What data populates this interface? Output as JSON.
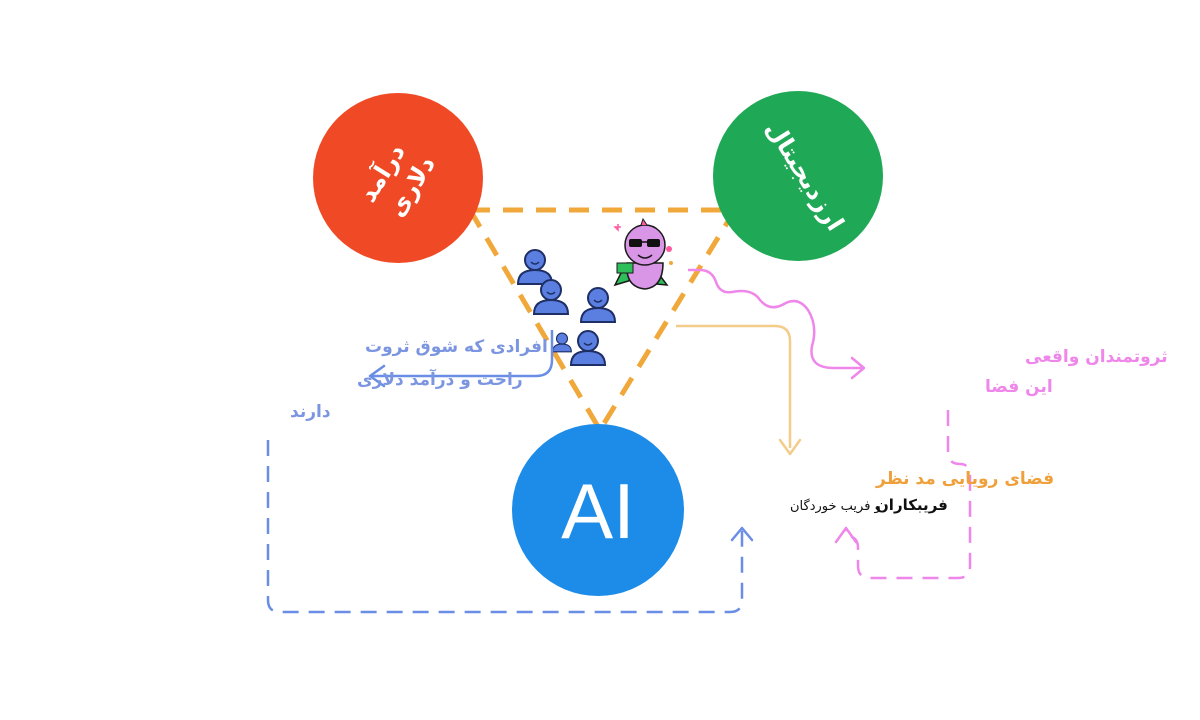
{
  "nodes": {
    "dollar_income": {
      "line1": "درآمد",
      "line2": "دلاری",
      "color": "#ef4a25"
    },
    "crypto": {
      "label": "ارزدیجیتال",
      "color": "#1fa855"
    },
    "ai": {
      "label": "AI",
      "color": "#1d8ce8"
    }
  },
  "annotations": {
    "wealth_seekers": {
      "line1": "افرادی که شوق ثروت",
      "line2": "راحت و درآمد دلاری",
      "line3": "دارند",
      "color": "#7b95e0"
    },
    "real_wealthy": {
      "line1": "ثروتمندان واقعی",
      "line2": "این فضا",
      "color": "#ef86ea"
    },
    "dream_space": {
      "title": "فضای رویایی مد نظر",
      "sub_bold": "فریبکاران",
      "sub_regular": "و فریب خوردگان",
      "title_color": "#f0a03a",
      "sub_color": "#111111"
    }
  },
  "colors": {
    "triangle_dash": "#f0a83a",
    "blue_arrow": "#6a8ee6",
    "pink_arrow": "#ef86ea",
    "orange_arrow": "#f4cc8a",
    "people": "#5b7fe0",
    "people_dark": "#1e2f66"
  }
}
